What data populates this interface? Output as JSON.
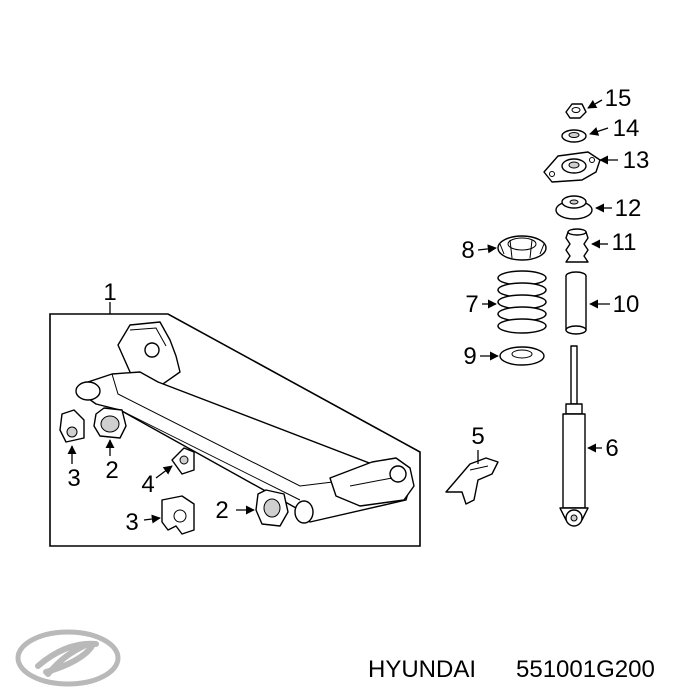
{
  "diagram": {
    "callouts": {
      "c1": "1",
      "c2a": "2",
      "c2b": "2",
      "c3a": "3",
      "c3b": "3",
      "c4": "4",
      "c5": "5",
      "c6": "6",
      "c7": "7",
      "c8": "8",
      "c9": "9",
      "c10": "10",
      "c11": "11",
      "c12": "12",
      "c13": "13",
      "c14": "14",
      "c15": "15"
    }
  },
  "footer": {
    "brand": "HYUNDAI",
    "part_number": "551001G200",
    "logo_icon": "hyundai-logo-icon"
  },
  "colors": {
    "line": "#000000",
    "background": "#ffffff",
    "logo": "#b9b9b9"
  }
}
